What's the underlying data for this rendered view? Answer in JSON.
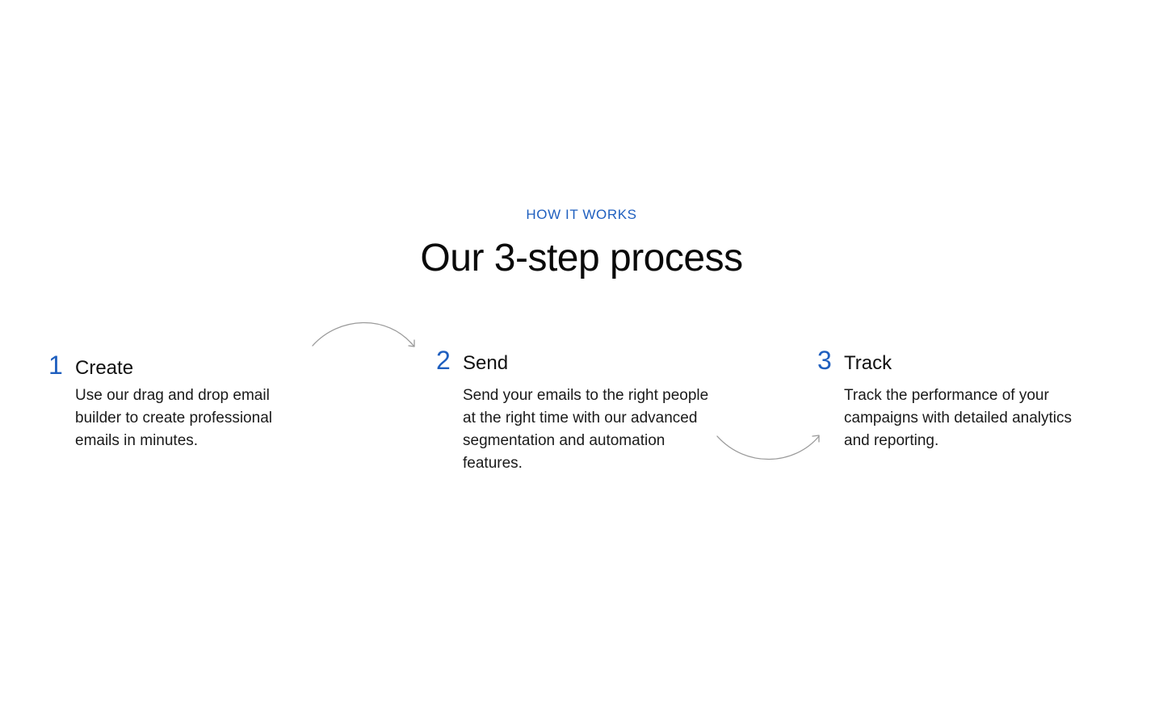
{
  "section": {
    "eyebrow": "HOW IT WORKS",
    "title": "Our 3-step process"
  },
  "steps": [
    {
      "number": "1",
      "title": "Create",
      "description": "Use our drag and drop email builder to create professional emails in minutes."
    },
    {
      "number": "2",
      "title": "Send",
      "description": "Send your emails to the right people at the right time with our advanced segmentation and automation features."
    },
    {
      "number": "3",
      "title": "Track",
      "description": "Track the performance of your campaigns with detailed analytics and reporting."
    }
  ],
  "icons": {
    "arrow_1": "curved-arrow-right-icon",
    "arrow_2": "curved-arrow-up-right-icon"
  },
  "colors": {
    "accent": "#1f5fbf",
    "text": "#111111",
    "arrow": "#9a9a9a",
    "background": "#ffffff"
  }
}
